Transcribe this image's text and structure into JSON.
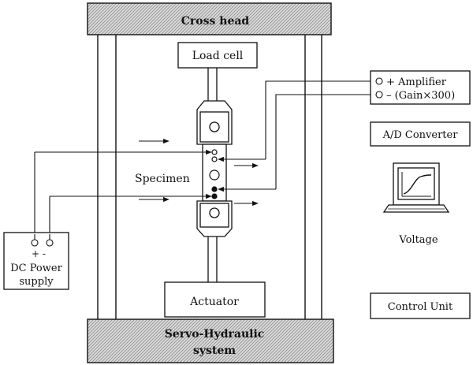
{
  "frame": {
    "crosshead_label": "Cross head",
    "base_label_line1": "Servo-Hydraulic",
    "base_label_line2": "system"
  },
  "load_cell_label": "Load cell",
  "actuator_label": "Actuator",
  "specimen_label": "Specimen",
  "amplifier": {
    "line1": "+ Amplifier",
    "line2": "– (Gain×300)"
  },
  "ad_converter_label": "A/D Converter",
  "voltage_label": "Voltage",
  "control_unit_label": "Control Unit",
  "dc_power": {
    "terminals": "+  -",
    "line1": "DC Power",
    "line2": "supply"
  },
  "colors": {
    "line": "#111111",
    "hatch": "#9a9a9a"
  }
}
